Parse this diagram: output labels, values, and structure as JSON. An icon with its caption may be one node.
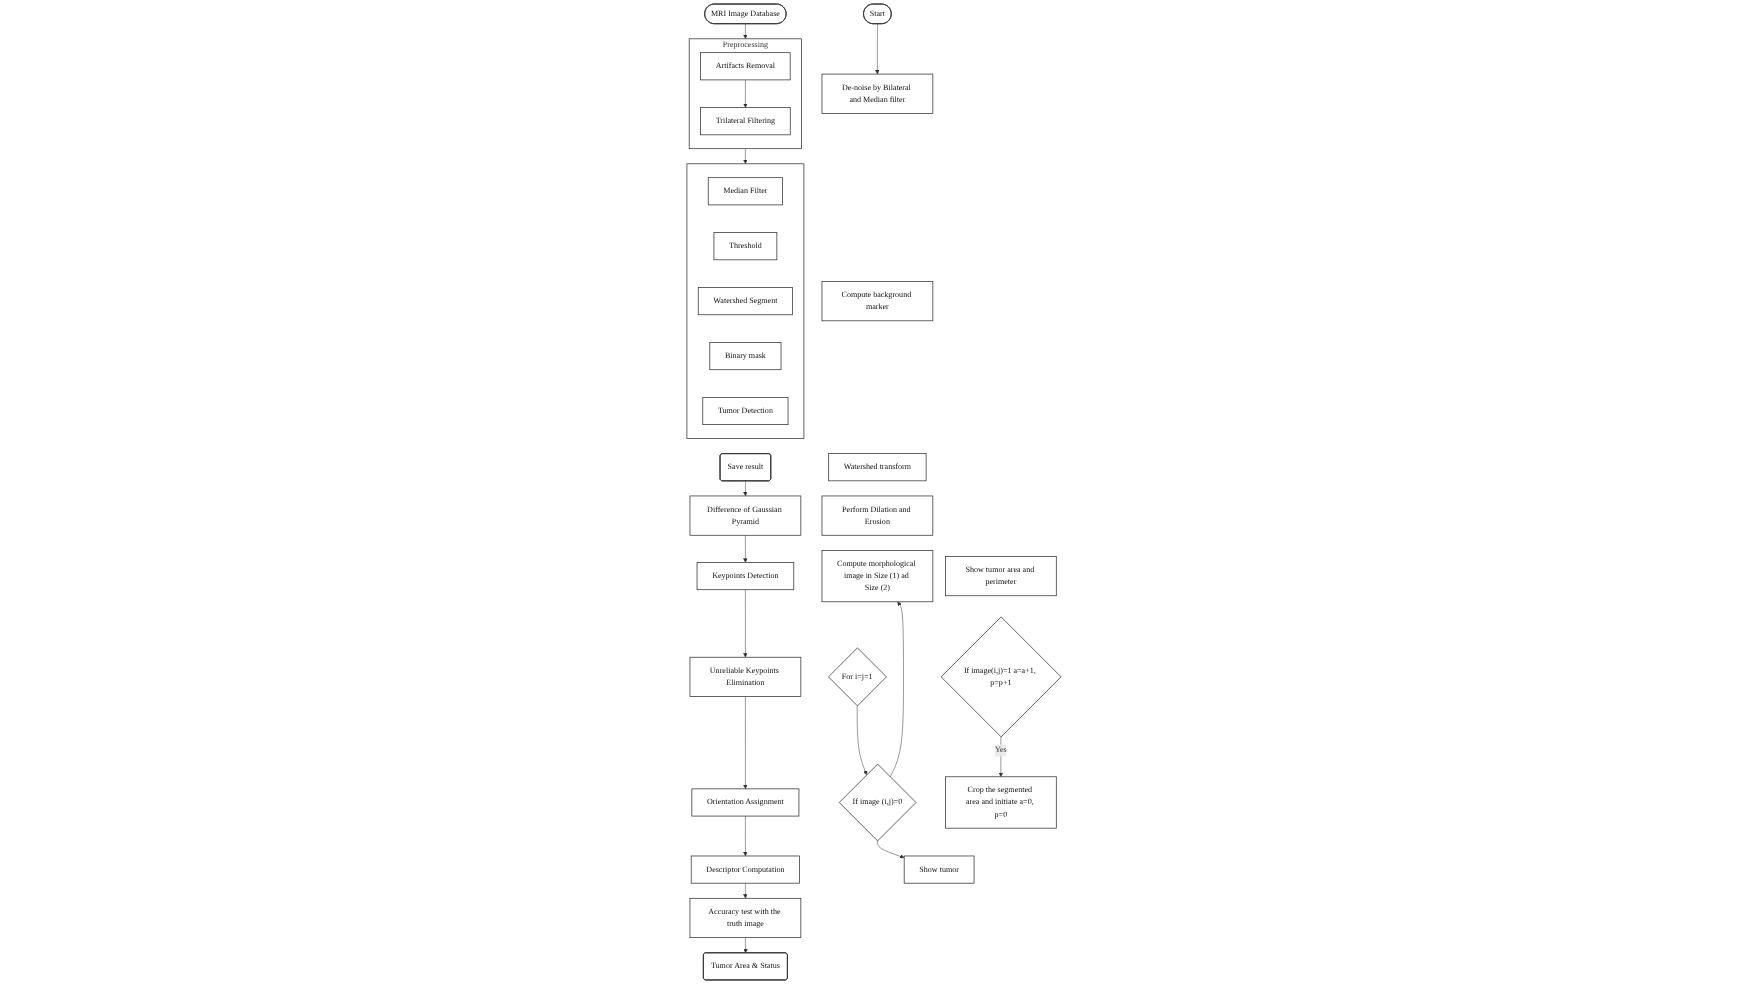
{
  "diagram": {
    "nodes": [
      {
        "text": [
          "MRI Image Database"
        ]
      },
      {
        "text": [
          "Preprocessing"
        ]
      },
      {
        "text": [
          "Artifacts Removal"
        ],
        "in": 1
      },
      {
        "text": [
          "Trilateral Filtering"
        ],
        "in": 1
      },
      {
        "text": [],
        "shape": "box"
      },
      {
        "text": [
          "Median Filter"
        ],
        "in": 4
      },
      {
        "text": [
          "Threshold"
        ],
        "in": 4
      },
      {
        "text": [
          "Watershed Segment"
        ],
        "in": 4
      },
      {
        "text": [
          "Binary mask"
        ],
        "in": 4
      },
      {
        "text": [
          "Tumor Detection"
        ],
        "in": 4
      },
      {
        "text": [
          "Save result"
        ]
      },
      {
        "text": [
          "Descriptor Computation"
        ]
      },
      {
        "text": [
          "Orientation Assignment"
        ]
      },
      {
        "text": [
          "Unreliable Keypoints Elimination"
        ]
      },
      {
        "text": [
          "Keypoints Detection"
        ]
      },
      {
        "text": [
          "Difference of Gaussian Pyramid"
        ]
      },
      {
        "text": [
          "Accuracy test with the truth image"
        ]
      },
      {
        "text": [
          "Tumor Area & Status"
        ]
      },
      {
        "text": [
          "Start"
        ]
      },
      {
        "text": [
          "De-noise by Bilateral and Median filter"
        ]
      },
      {
        "text": [
          "Compute background marker"
        ]
      },
      {
        "text": [
          "Watershed transform"
        ]
      },
      {
        "text": [
          "Perform Dilation and Erosion"
        ]
      },
      {
        "text": [
          "Compute morphological image in Size (1) ad Size (2)"
        ]
      },
      {
        "text": [
          "For i=j=1"
        ]
      },
      {
        "text": [
          "Show tumor area and perimeter"
        ]
      },
      {
        "text": [
          "If image(i,j)=1 a=a+1, p=p+1"
        ]
      },
      {
        "text": [
          "Crop the segmented area and initiate a=0, p=0"
        ]
      },
      {
        "text": [
          "Show tumor"
        ]
      },
      {
        "text": [
          "If image (i,j)=0"
        ]
      }
    ],
    "edges": [
      {
        "from": 0,
        "to": 1,
        "arrow": "to"
      },
      {
        "from": 2,
        "to": 3,
        "arrow": "to"
      },
      {
        "from": 1,
        "to": 4,
        "arrow": "to"
      },
      {
        "from": 10,
        "to": 15,
        "arrow": "to"
      },
      {
        "from": 15,
        "to": 14,
        "arrow": "to"
      },
      {
        "from": 14,
        "to": 13,
        "arrow": "to"
      },
      {
        "from": 13,
        "to": 12,
        "arrow": "to"
      },
      {
        "from": 12,
        "to": 11,
        "arrow": "to"
      },
      {
        "from": 11,
        "to": 16,
        "arrow": "to"
      },
      {
        "from": 16,
        "to": 17,
        "arrow": "to"
      },
      {
        "from": 18,
        "to": 19,
        "arrow": "to"
      },
      {
        "from": 24,
        "to": 29,
        "arrow": "to"
      },
      {
        "from": 29,
        "to": 23,
        "arrow": "to"
      },
      {
        "from": 29,
        "to": 28,
        "arrow": "to"
      },
      {
        "from": 26,
        "to": 27,
        "label": "Yes",
        "arrow": "to"
      }
    ]
  }
}
